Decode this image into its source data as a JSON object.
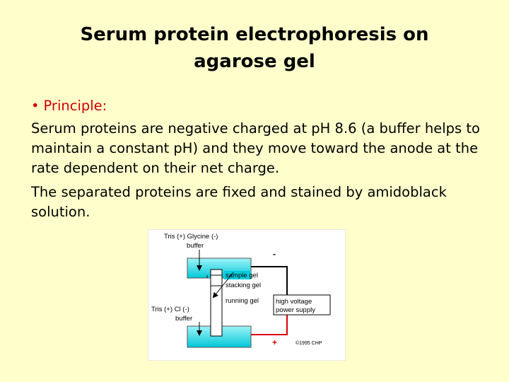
{
  "slide": {
    "title_line1": "Serum protein electrophoresis on",
    "title_line2": "agarose gel",
    "bullet": "Principle:",
    "bullet_glyph": "•",
    "paragraph1": "Serum proteins are negative charged at pH 8.6 (a buffer helps to maintain a constant pH) and they move toward the anode at the rate dependent on their net charge.",
    "paragraph2": "The separated proteins are fixed and stained by amidoblack solution."
  },
  "diagram": {
    "top_buffer_line1": "Tris (+) Glycine (-)",
    "top_buffer_line2": "buffer",
    "bottom_buffer_line1": "Tris (+) Cl (-)",
    "bottom_buffer_line2": "buffer",
    "sample_word": "sample",
    "sample_suffix": " gel",
    "stacking_gel": "stacking gel",
    "running_gel": "running gel",
    "power_line1": "high voltage",
    "power_line2": "power supply",
    "minus_sign": "-",
    "plus_sign": "+",
    "copyright": "©1995 CHP"
  },
  "colors": {
    "background": "#ffffcc",
    "bullet": "#cc0000",
    "buffer_fill": "#00ccdd",
    "positive_wire": "#dd0000",
    "negative_wire": "#000000"
  }
}
